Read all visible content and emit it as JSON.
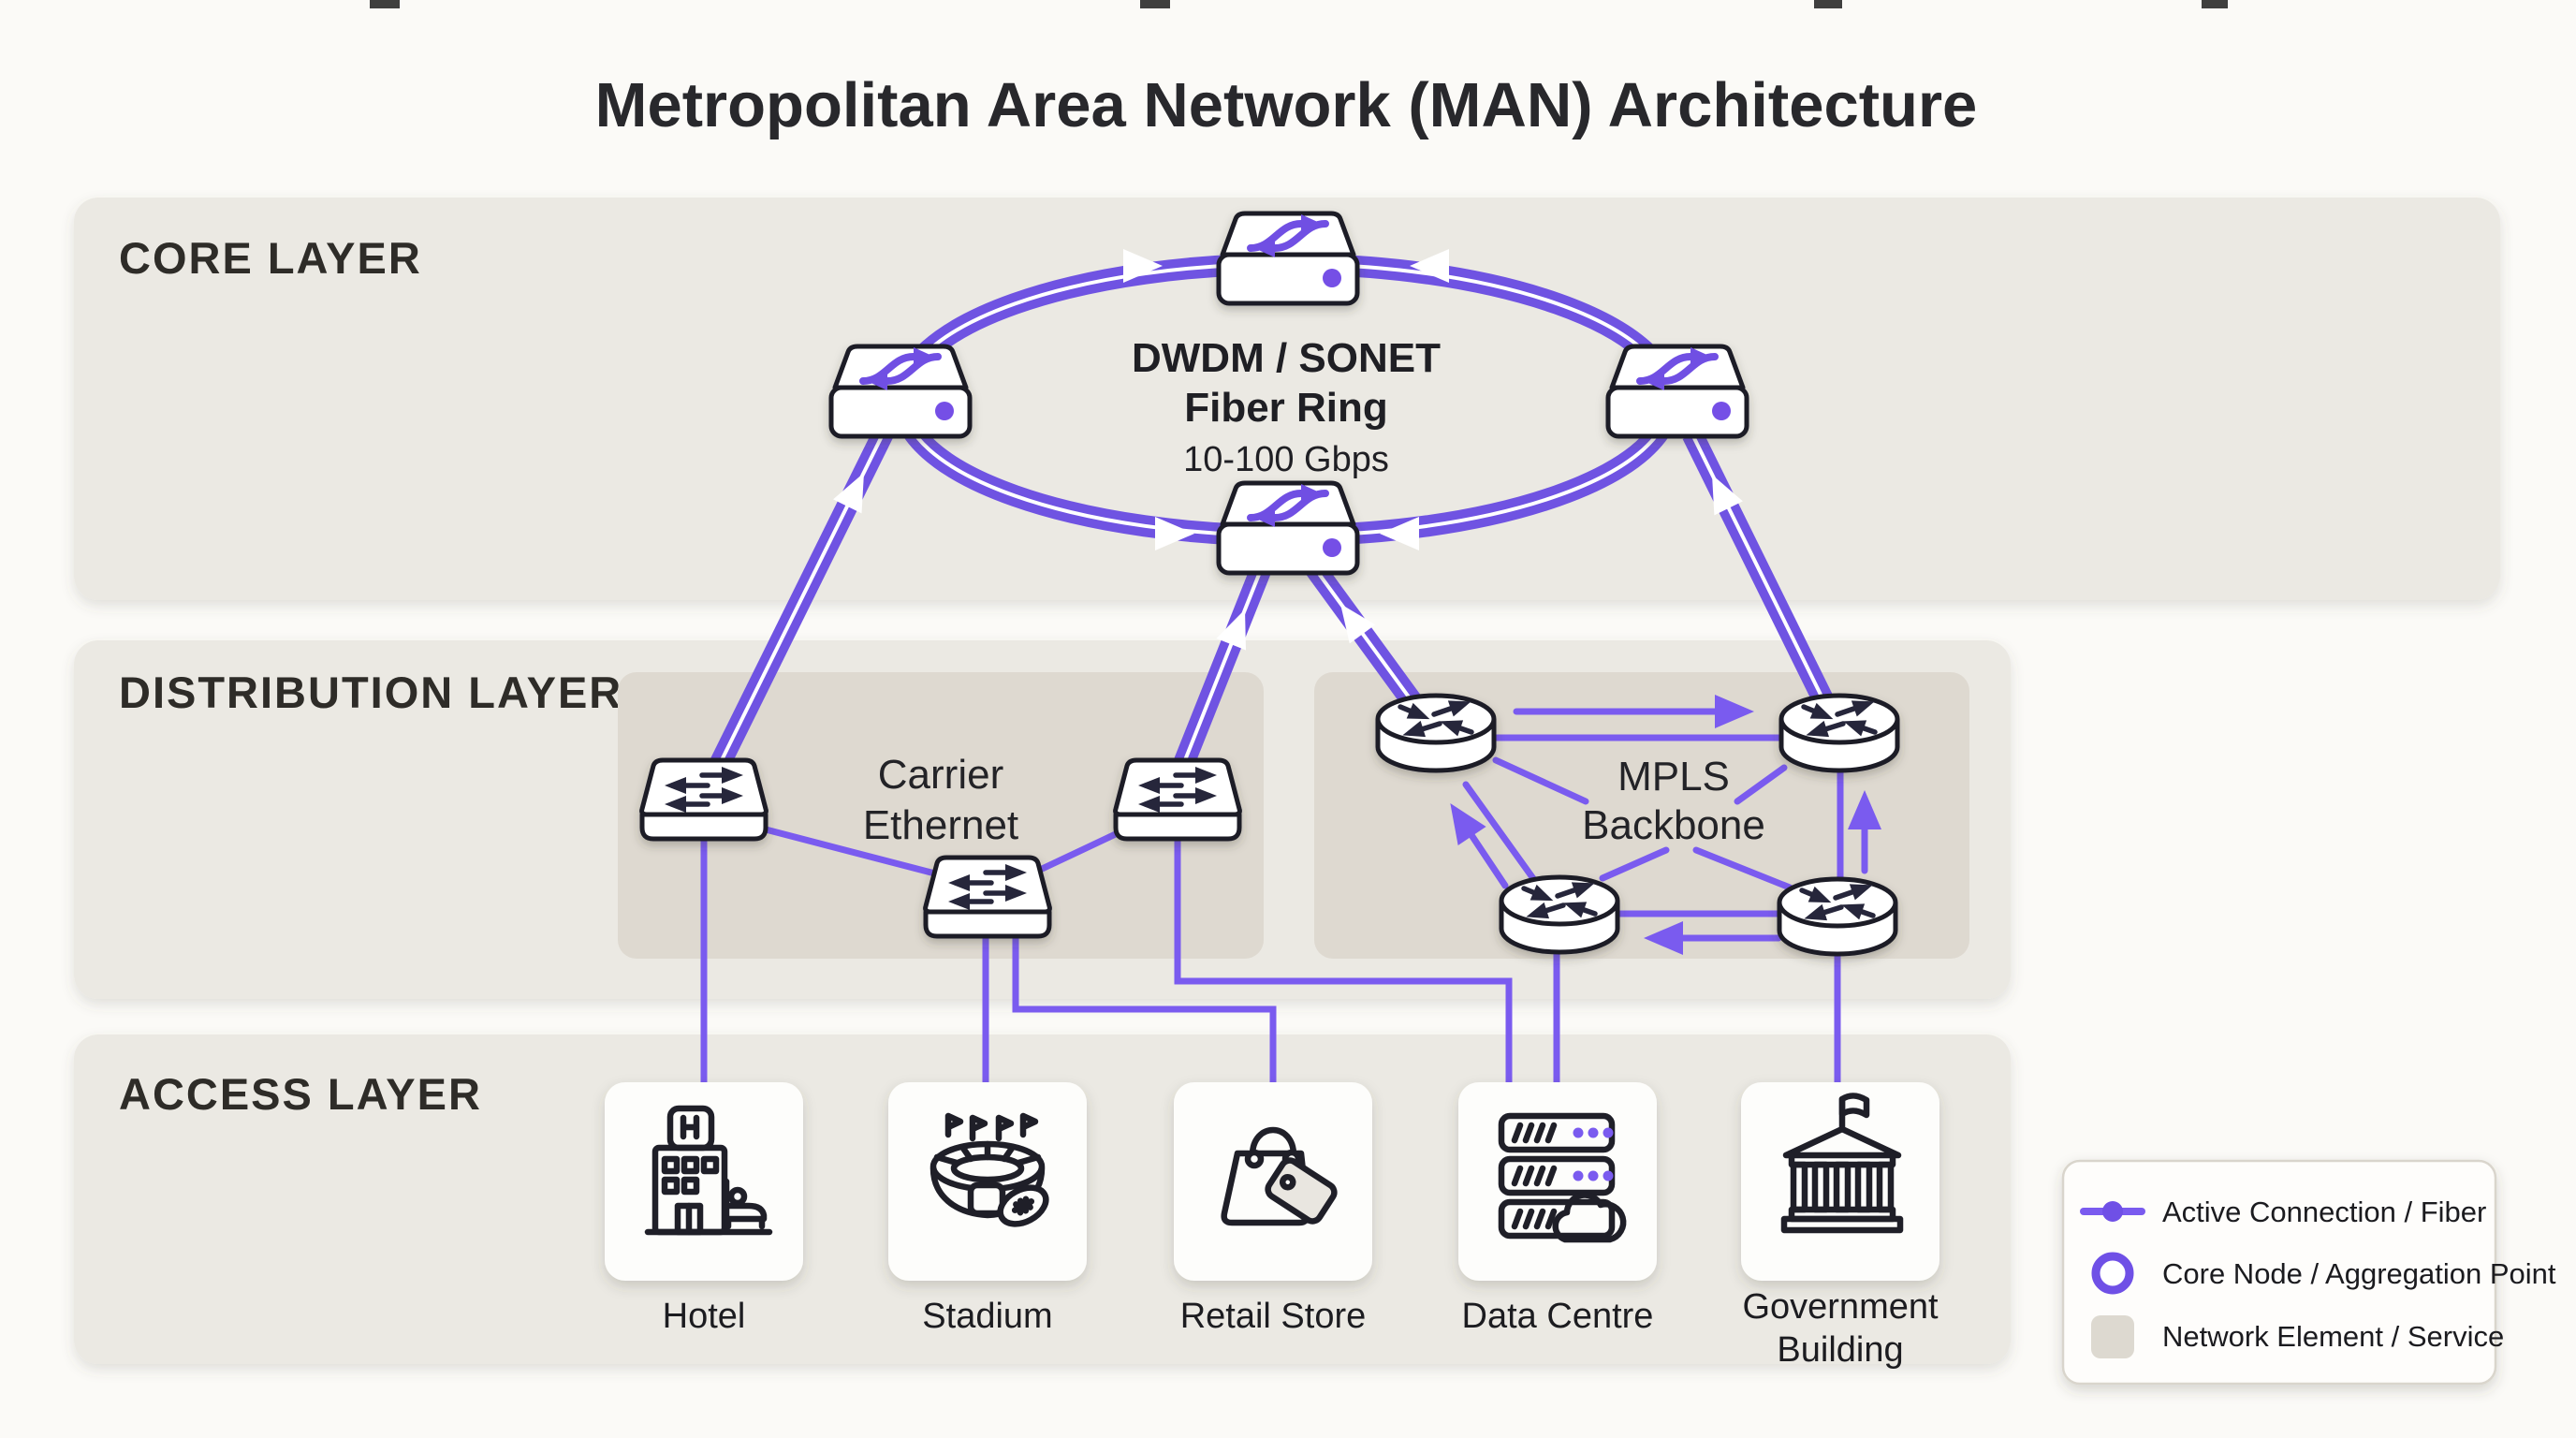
{
  "title": "Metropolitan Area Network (MAN) Architecture",
  "layers": {
    "core": "CORE LAYER",
    "distribution": "DISTRIBUTION LAYER",
    "access": "ACCESS LAYER"
  },
  "core": {
    "ring_labels": [
      "DWDM / SONET",
      "Fiber Ring",
      "10-100 Gbps"
    ],
    "node_type": "optical-switch",
    "node_count": 4
  },
  "distribution": {
    "carrier_ethernet": {
      "label_lines": [
        "Carrier",
        "Ethernet"
      ],
      "switch_count": 3
    },
    "mpls": {
      "label_lines": [
        "MPLS",
        "Backbone"
      ],
      "router_count": 4
    }
  },
  "access": {
    "nodes": [
      {
        "label": "Hotel",
        "icon": "hotel-icon"
      },
      {
        "label": "Stadium",
        "icon": "stadium-icon"
      },
      {
        "label": "Retail Store",
        "icon": "retail-store-icon"
      },
      {
        "label": "Data Centre",
        "icon": "data-centre-icon"
      },
      {
        "label": "Government Building",
        "label_lines": [
          "Government",
          "Building"
        ],
        "icon": "government-building-icon"
      }
    ]
  },
  "legend": {
    "items": [
      {
        "icon": "fiber-line-icon",
        "label": "Active Connection / Fiber"
      },
      {
        "icon": "core-node-icon",
        "label": "Core Node / Aggregation Point"
      },
      {
        "icon": "network-element-icon",
        "label": "Network Element / Service"
      }
    ]
  },
  "colors": {
    "accent_purple": "#6f53e2",
    "accent_purple_light": "#7a5bef",
    "band": "#ebe9e3",
    "inner_box": "#ded9d0",
    "background": "#fbfaf7",
    "outline_dark": "#1d1d28",
    "text_dark": "#26262a"
  }
}
